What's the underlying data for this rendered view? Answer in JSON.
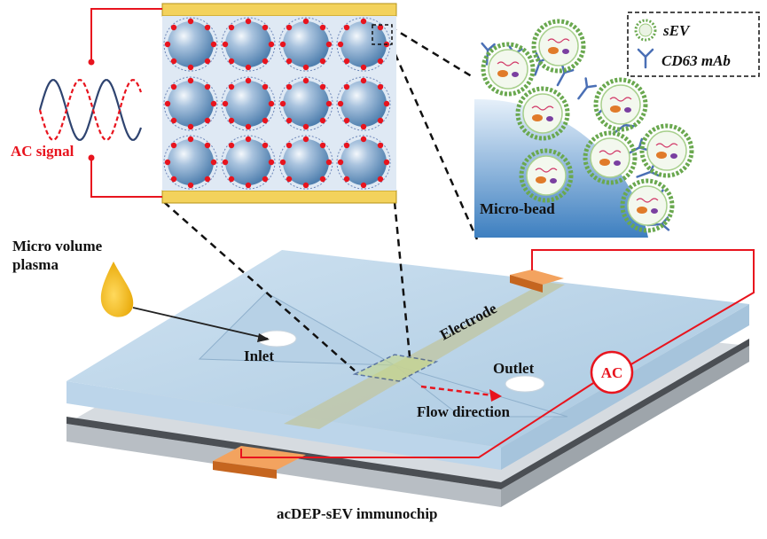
{
  "labels": {
    "ac_signal": "AC signal",
    "micro_volume_line1": "Micro volume",
    "micro_volume_line2": "plasma",
    "inlet": "Inlet",
    "outlet": "Outlet",
    "electrode": "Electrode",
    "flow_direction": "Flow direction",
    "ac": "AC",
    "micro_bead": "Micro-bead",
    "chip_title": "acDEP-sEV immunochip"
  },
  "legend": {
    "sev": "sEV",
    "antibody": "CD63 mAb"
  },
  "colors": {
    "red": "#e8141e",
    "gold": "#f3d25c",
    "copper": "#e07b2a",
    "bead": "#7fa6cf",
    "antibody": "#4a6fb5",
    "sev_ring": "#6aa84f",
    "drop": "#f2b705"
  }
}
